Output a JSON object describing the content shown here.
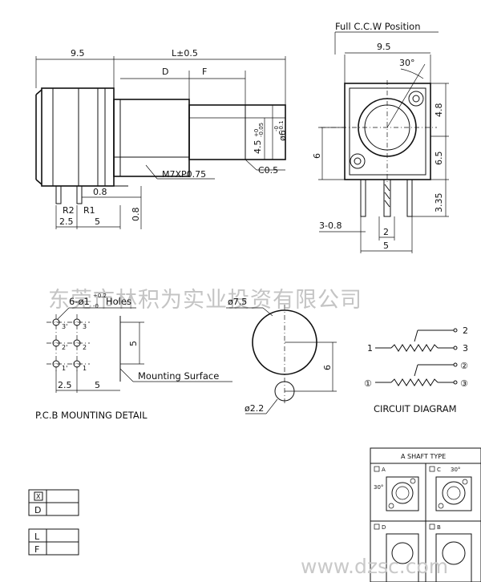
{
  "side_view": {
    "dim_body_width": "9.5",
    "dim_length": "L±0.5",
    "dim_d": "D",
    "dim_f": "F",
    "dim_shaft_dia": "ø6",
    "dim_shaft_tol_upper": "-0",
    "dim_shaft_tol_lower": "-0.1",
    "dim_flat": "4.5",
    "dim_flat_tol_upper": "+0",
    "dim_flat_tol_lower": "-0.05",
    "thread": "M7XP0.75",
    "chamfer": "C0.5",
    "dim_pin_offset": "0.8",
    "dim_pin_height": "0.8",
    "pin_label_r2": "R2",
    "pin_label_r1": "R1",
    "dim_pin_pitch_a": "2.5",
    "dim_pin_pitch_b": "5"
  },
  "front_view": {
    "title": "Full C.C.W Position",
    "dim_width": "9.5",
    "angle": "30°",
    "dim_upper": "4.8",
    "dim_lower": "6.5",
    "dim_left": "6",
    "dim_pin_len": "3.35",
    "dim_pin_side": "3-0.8",
    "dim_pin_gap": "2",
    "dim_bottom": "5"
  },
  "pcb": {
    "holes_spec": "6-ø1",
    "holes_tol_upper": "+0.2",
    "holes_tol_lower": "-0",
    "holes_word": "Holes",
    "pin_labels": [
      "3'",
      "3",
      "2'",
      "2",
      "1'",
      "1"
    ],
    "dim_height": "5",
    "mounting_surface": "Mounting Surface",
    "dim_a": "2.5",
    "dim_b": "5",
    "caption": "P.C.B MOUNTING DETAIL"
  },
  "knob": {
    "dia_top": "ø7.5",
    "dim_height": "6",
    "dia_bottom": "ø2.2"
  },
  "circuit": {
    "caption": "CIRCUIT DIAGRAM",
    "upper_left": "1",
    "upper_right_top": "2",
    "upper_right_bottom": "3",
    "lower_left": "①",
    "lower_right_top": "②",
    "lower_right_bottom": "③"
  },
  "shaft_table": {
    "title": "A SHAFT TYPE",
    "cell_a": "A",
    "cell_c": "C",
    "cell_c_angle": "30°",
    "cell_a_angle": "30°",
    "cell_d": "D",
    "cell_b": "B"
  },
  "legend": {
    "row1_mark": "X",
    "row2": "D",
    "row3": "L",
    "row4": "F"
  },
  "watermark": {
    "company": "东莞市林积为实业投资有限公司",
    "url": "www.dzsc.com"
  }
}
